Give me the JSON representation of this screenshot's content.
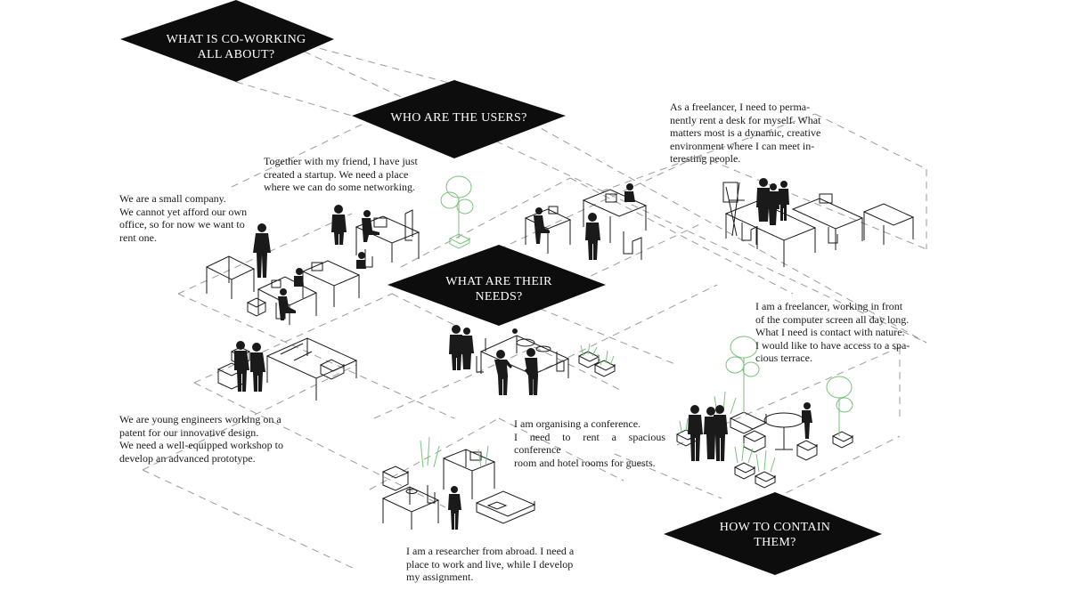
{
  "colors": {
    "diamond": "#0d0d0d",
    "diamond_text": "#ffffff",
    "figure": "#1a1a1a",
    "plant": "#7ac27a",
    "dash": "#9a9a9a"
  },
  "diamonds": {
    "q1": "WHAT IS CO-WORKING\nALL ABOUT?",
    "q2": "WHO ARE THE USERS?",
    "q3": "WHAT ARE THEIR\nNEEDS?",
    "q4": "HOW TO CONTAIN\nTHEM?"
  },
  "quotes": {
    "startup": "Together with my friend, I have just\ncreated a startup. We need a place\nwhere we can do some networking.",
    "company": "We are a small company.\nWe cannot yet afford our own\noffice, so for now we want to\nrent one.",
    "freelancer_desk": "As a freelancer, I need to perma-\nnently rent a desk for myself. What\nmatters most is a dynamic, creative\nenvironment where I can meet in-\nteresting people.",
    "freelancer_nature": "I am a freelancer, working in front\nof the computer screen all day long.\nWhat I need is contact with nature.\nI would like to have access to a spa-\ncious terrace.",
    "engineers": "We are young engineers working on a\npatent for our innovative design.\nWe need a well-equipped workshop to\ndevelop an advanced prototype.",
    "conference": "I am organising a conference.\nI need to rent a spacious conference\nroom and hotel rooms for guests.",
    "researcher": "I am a researcher from abroad. I need a\nplace to work and live, while I develop\nmy assignment."
  }
}
